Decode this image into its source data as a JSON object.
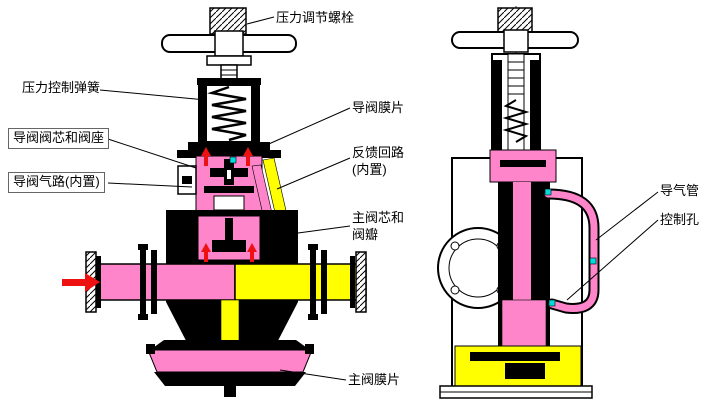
{
  "diagram": {
    "colors": {
      "pink": "#ff85cb",
      "yellow": "#ffff00",
      "red": "#ee1111",
      "cyan": "#00dcdc",
      "black": "#000000",
      "white": "#ffffff"
    },
    "labels": {
      "adjust_bolt": "压力调节螺栓",
      "control_spring": "压力控制弹簧",
      "pilot_core_seat": "导阀阀芯和阀座",
      "pilot_gas_path": "导阀气路(内置)",
      "pilot_diaphragm": "导阀膜片",
      "feedback_line1": "反馈回路",
      "feedback_line2": "(内置)",
      "main_core_line1": "主阀芯和",
      "main_core_line2": "阀瓣",
      "main_diaphragm": "主阀膜片",
      "air_tube": "导气管",
      "control_hole": "控制孔"
    }
  }
}
